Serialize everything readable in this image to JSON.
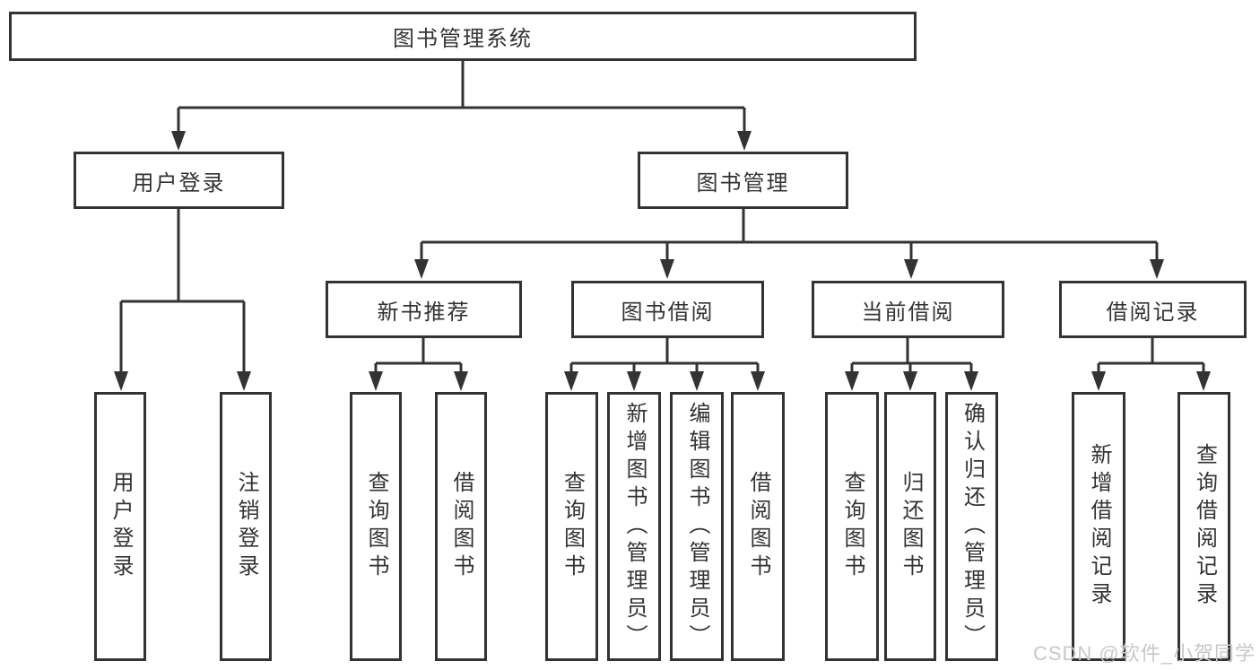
{
  "root": {
    "label": "图书管理系统"
  },
  "branches": [
    {
      "label": "用户登录",
      "children": [
        {
          "label": "用户登录"
        },
        {
          "label": "注销登录"
        }
      ]
    },
    {
      "label": "图书管理",
      "children": [
        {
          "label": "新书推荐",
          "children": [
            {
              "label": "查询图书"
            },
            {
              "label": "借阅图书"
            }
          ]
        },
        {
          "label": "图书借阅",
          "children": [
            {
              "label": "查询图书"
            },
            {
              "label": "新增图书（管理员）"
            },
            {
              "label": "编辑图书（管理员）"
            },
            {
              "label": "借阅图书"
            }
          ]
        },
        {
          "label": "当前借阅",
          "children": [
            {
              "label": "查询图书"
            },
            {
              "label": "归还图书"
            },
            {
              "label": "确认归还（管理员）"
            }
          ]
        },
        {
          "label": "借阅记录",
          "children": [
            {
              "label": "新增借阅记录"
            },
            {
              "label": "查询借阅记录"
            }
          ]
        }
      ]
    }
  ],
  "watermark": {
    "text": "CSDN @软件_小贺同学"
  },
  "colors": {
    "line": "#333333",
    "box_border": "#333333",
    "text": "#333333",
    "watermark": "#c8c8c8",
    "background": "#ffffff"
  }
}
